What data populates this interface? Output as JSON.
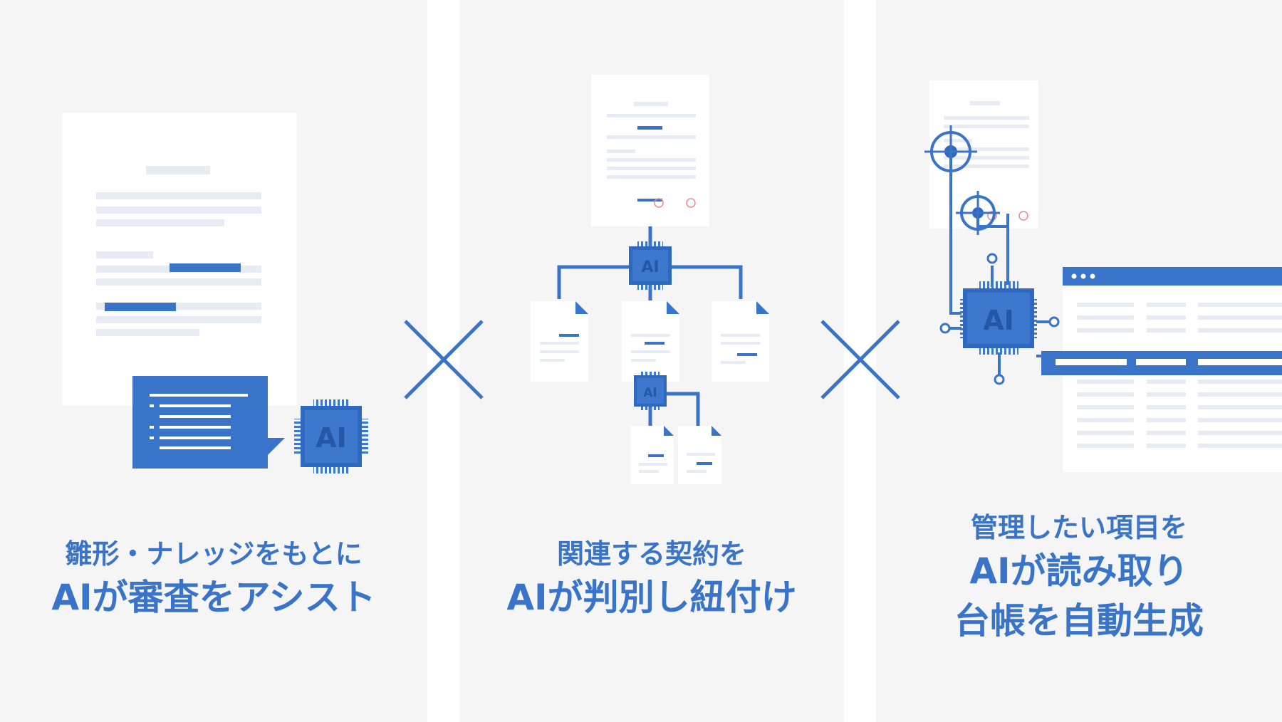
{
  "panels": [
    {
      "id": "review",
      "caption_line1": "雛形・ナレッジをもとに",
      "caption_line2": "AIが審査をアシスト",
      "chip_label": "AI"
    },
    {
      "id": "link",
      "caption_line1": "関連する契約を",
      "caption_line2": "AIが判別し紐付け",
      "chip_label": "AI",
      "sub_chip_label": "AI"
    },
    {
      "id": "ledger",
      "caption_line1": "管理したい項目を",
      "caption_line2": "AIが読み取り",
      "caption_line3": "台帳を自動生成",
      "chip_label": "AI"
    }
  ],
  "colors": {
    "accent": "#3a74c8",
    "chip": "#2f69bf",
    "panel_bg": "#f5f5f5",
    "doc": "#ffffff",
    "doc_line": "#e7ecf4",
    "stamp": "#e88a8a"
  }
}
